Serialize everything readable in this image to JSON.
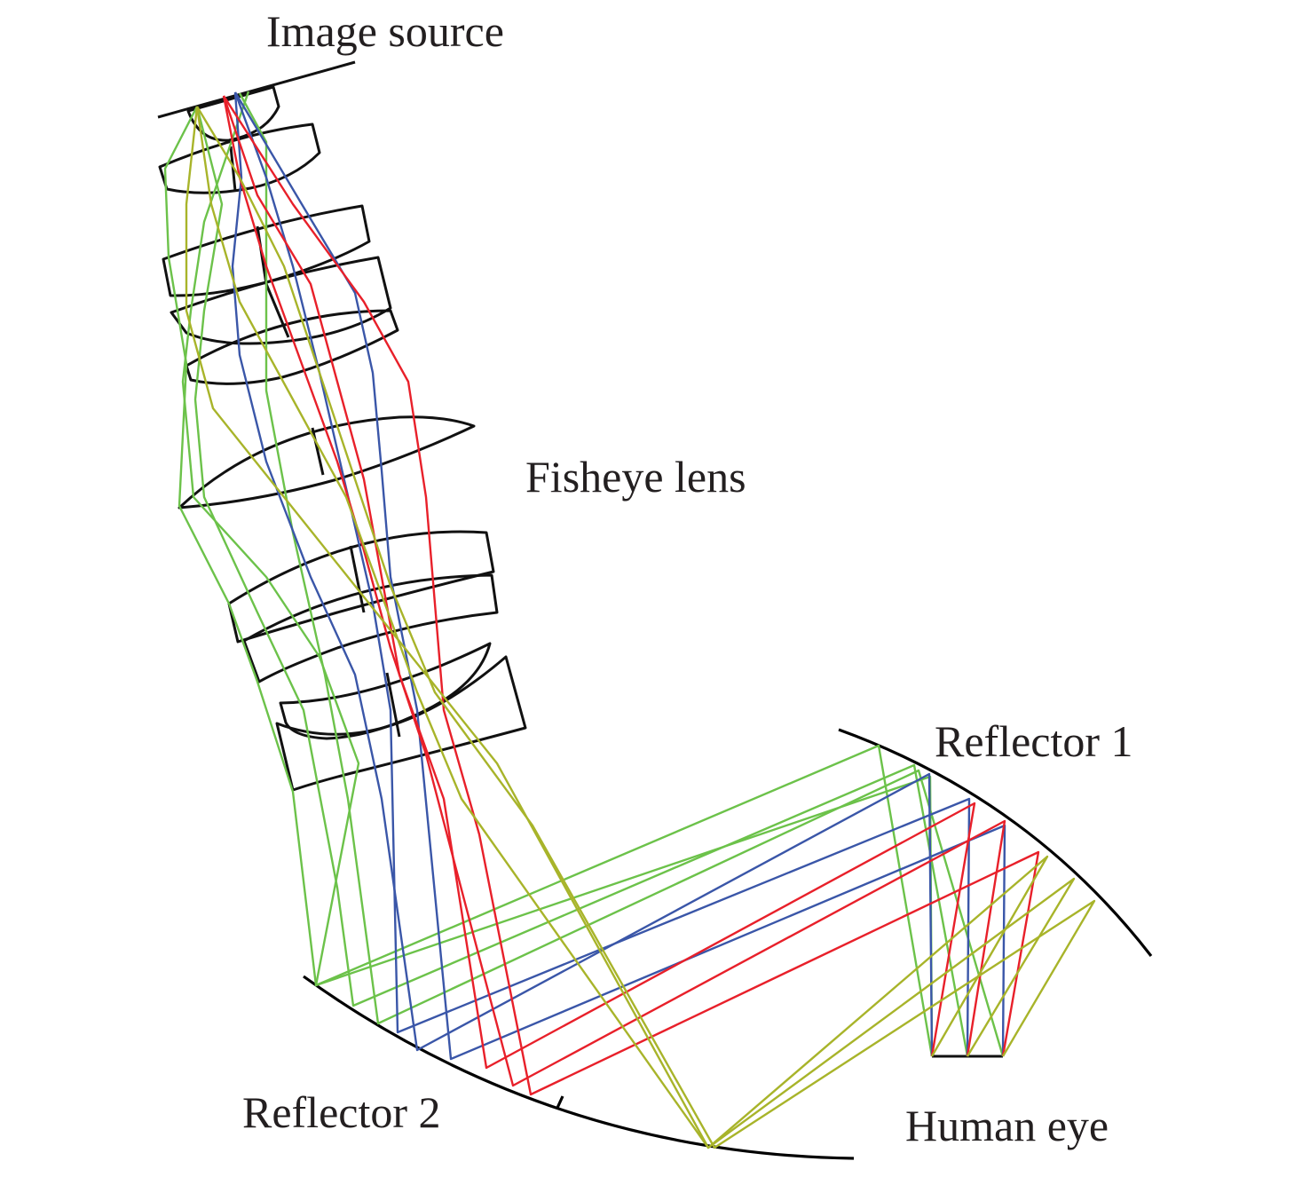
{
  "labels": {
    "image_source": "Image source",
    "fisheye_lens": "Fisheye lens",
    "reflector_1": "Reflector 1",
    "reflector_2": "Reflector 2",
    "human_eye": "Human eye"
  },
  "colors": {
    "outline": "#111111",
    "ray_green": "#6cc24a",
    "ray_blue": "#3a56a8",
    "ray_red": "#e8202a",
    "ray_olive": "#a8b42a"
  },
  "ray_bundles": [
    {
      "name": "green",
      "color_key": "ray_green"
    },
    {
      "name": "blue",
      "color_key": "ray_blue"
    },
    {
      "name": "red",
      "color_key": "ray_red"
    },
    {
      "name": "olive",
      "color_key": "ray_olive"
    }
  ]
}
